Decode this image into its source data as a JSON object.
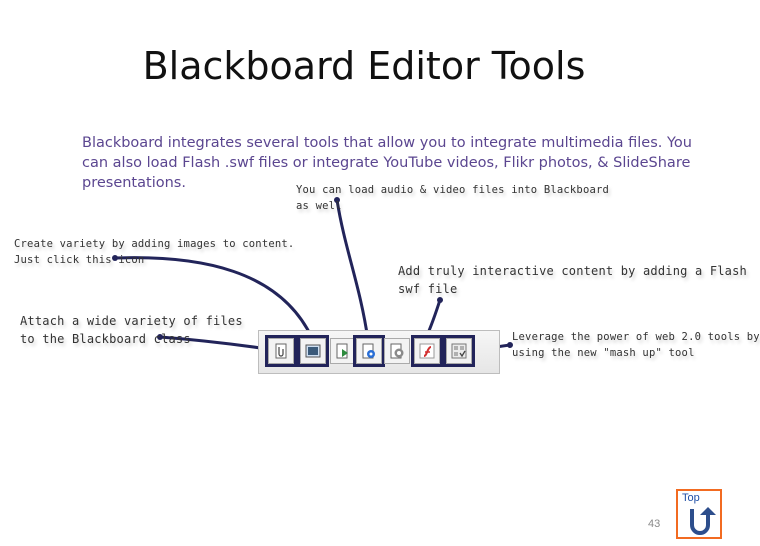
{
  "slide": {
    "title": "Blackboard Editor Tools",
    "body": "Blackboard integrates several tools that allow you to integrate multimedia files. You can also load Flash .swf files or integrate YouTube videos, Flikr photos, & SlideShare presentations.",
    "notes": {
      "audio_video": [
        "You can load audio & video files into Blackboard",
        "as well"
      ],
      "images": [
        "Create variety by adding images to content.",
        "Just click this icon"
      ],
      "flash": [
        "Add truly interactive content by adding a Flash",
        "swf file"
      ],
      "files": [
        "Attach a wide variety of files",
        "to the Blackboard class"
      ],
      "mashup": [
        "Leverage the power of web 2.0 tools by",
        "using the new \"mash up\" tool"
      ]
    },
    "toolbar_icons": [
      "attach-file-icon",
      "insert-image-icon",
      "insert-media-icon",
      "insert-audio-icon",
      "insert-quicktime-icon",
      "insert-flash-icon",
      "mashup-icon"
    ],
    "top_button_label": "Top",
    "page_number": "43",
    "colors": {
      "title": "#111111",
      "body_text": "#5b4690",
      "connector": "#22245a",
      "top_border": "#f26b21",
      "top_arrow": "#2d4e8c"
    }
  }
}
